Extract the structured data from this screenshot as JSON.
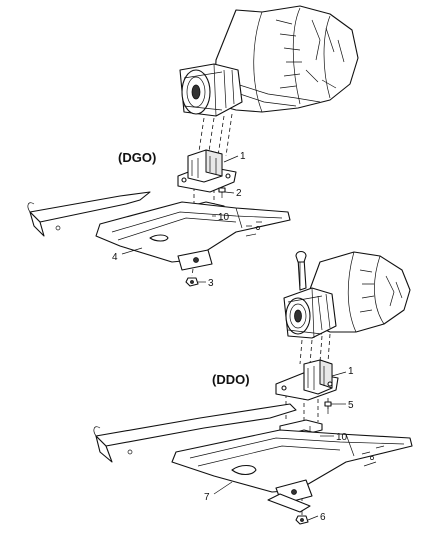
{
  "variants": [
    {
      "id": "dgo",
      "label": "(DGO)",
      "callouts": [
        {
          "key": "transmission_mount",
          "text": "1"
        },
        {
          "key": "bolt",
          "text": "2"
        },
        {
          "key": "nut",
          "text": "3"
        },
        {
          "key": "crossmember",
          "text": "4"
        },
        {
          "key": "spacer",
          "text": "10"
        }
      ]
    },
    {
      "id": "ddo",
      "label": "(DDO)",
      "callouts": [
        {
          "key": "transmission_mount",
          "text": "1"
        },
        {
          "key": "bolt",
          "text": "5"
        },
        {
          "key": "nut",
          "text": "6"
        },
        {
          "key": "crossmember",
          "text": "7"
        },
        {
          "key": "spacer",
          "text": "10"
        }
      ]
    }
  ]
}
